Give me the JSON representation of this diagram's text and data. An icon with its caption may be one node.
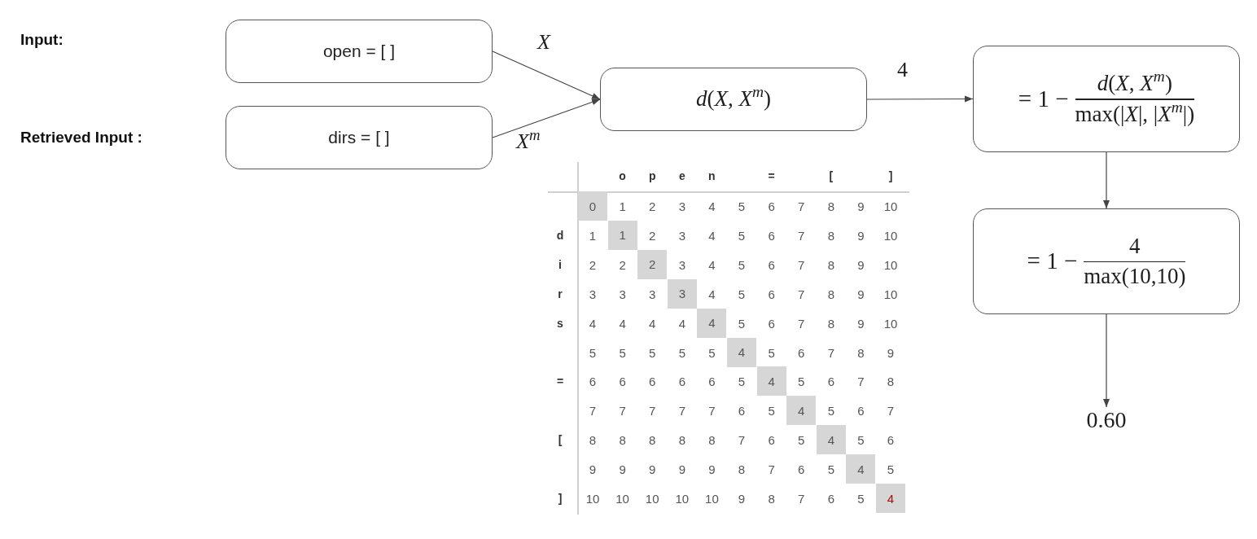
{
  "diagram": {
    "nodes": [
      {
        "text": [
          "open = [ ]"
        ]
      },
      {
        "text": [
          "dirs = [ ]"
        ]
      },
      {
        "text": [
          "*d*(*X*, *X*$^{m}$)"
        ]
      },
      {
        "text": [
          "= 1 −",
          "*d*(*X*, *X*$^{m}$)",
          "max(|*X*|, |*X*$^{m}$|)"
        ]
      },
      {
        "text": [
          "= 1 −",
          "4",
          "max(10,10)"
        ]
      },
      {
        "text": [
          "0.60"
        ]
      }
    ],
    "edges": [
      {
        "from": 0,
        "to": 2,
        "arrow": "to",
        "label": "X"
      },
      {
        "from": 1,
        "to": 2,
        "arrow": "to",
        "label": "X$^{m}$"
      },
      {
        "from": 2,
        "to": 3,
        "arrow": "to",
        "label": "4"
      },
      {
        "from": 3,
        "to": 4,
        "arrow": "to"
      },
      {
        "from": 4,
        "to": 5,
        "arrow": "to"
      }
    ],
    "labels": [
      "Input:",
      "Retrieved Input :",
      "o",
      "p",
      "e",
      "n",
      "=",
      "[",
      "]",
      "0",
      "1",
      "2",
      "3",
      "4",
      "5",
      "6",
      "7",
      "8",
      "9",
      "10",
      "d",
      "1",
      "1",
      "2",
      "3",
      "4",
      "5",
      "6",
      "7",
      "8",
      "9",
      "10",
      "i",
      "2",
      "2",
      "2",
      "3",
      "4",
      "5",
      "6",
      "7",
      "8",
      "9",
      "10",
      "r",
      "3",
      "3",
      "3",
      "3",
      "4",
      "5",
      "6",
      "7",
      "8",
      "9",
      "10",
      "s",
      "4",
      "4",
      "4",
      "4",
      "4",
      "5",
      "6",
      "7",
      "8",
      "9",
      "10",
      "5",
      "5",
      "5",
      "5",
      "5",
      "4",
      "5",
      "6",
      "7",
      "8",
      "9",
      "=",
      "6",
      "6",
      "6",
      "6",
      "6",
      "5",
      "4",
      "5",
      "6",
      "7",
      "8",
      "7",
      "7",
      "7",
      "7",
      "7",
      "6",
      "5",
      "4",
      "5",
      "6",
      "7",
      "[",
      "8",
      "8",
      "8",
      "8",
      "8",
      "7",
      "6",
      "5",
      "4",
      "5",
      "6",
      "9",
      "9",
      "9",
      "9",
      "9",
      "8",
      "7",
      "6",
      "5",
      "4",
      "5",
      "]",
      "10",
      "10",
      "10",
      "10",
      "10",
      "9",
      "8",
      "7",
      "6",
      "5",
      "4"
    ]
  }
}
